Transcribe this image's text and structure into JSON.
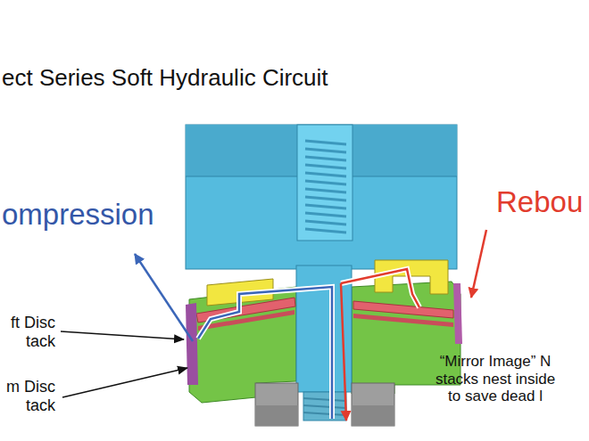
{
  "diagram": {
    "title": "ect Series Soft Hydraulic Circuit",
    "labels": [
      "ompression",
      "Rebou",
      "ft Disc tack",
      "m Disc tack",
      "“Mirror Image” N stacks nest inside to save dead l"
    ]
  }
}
